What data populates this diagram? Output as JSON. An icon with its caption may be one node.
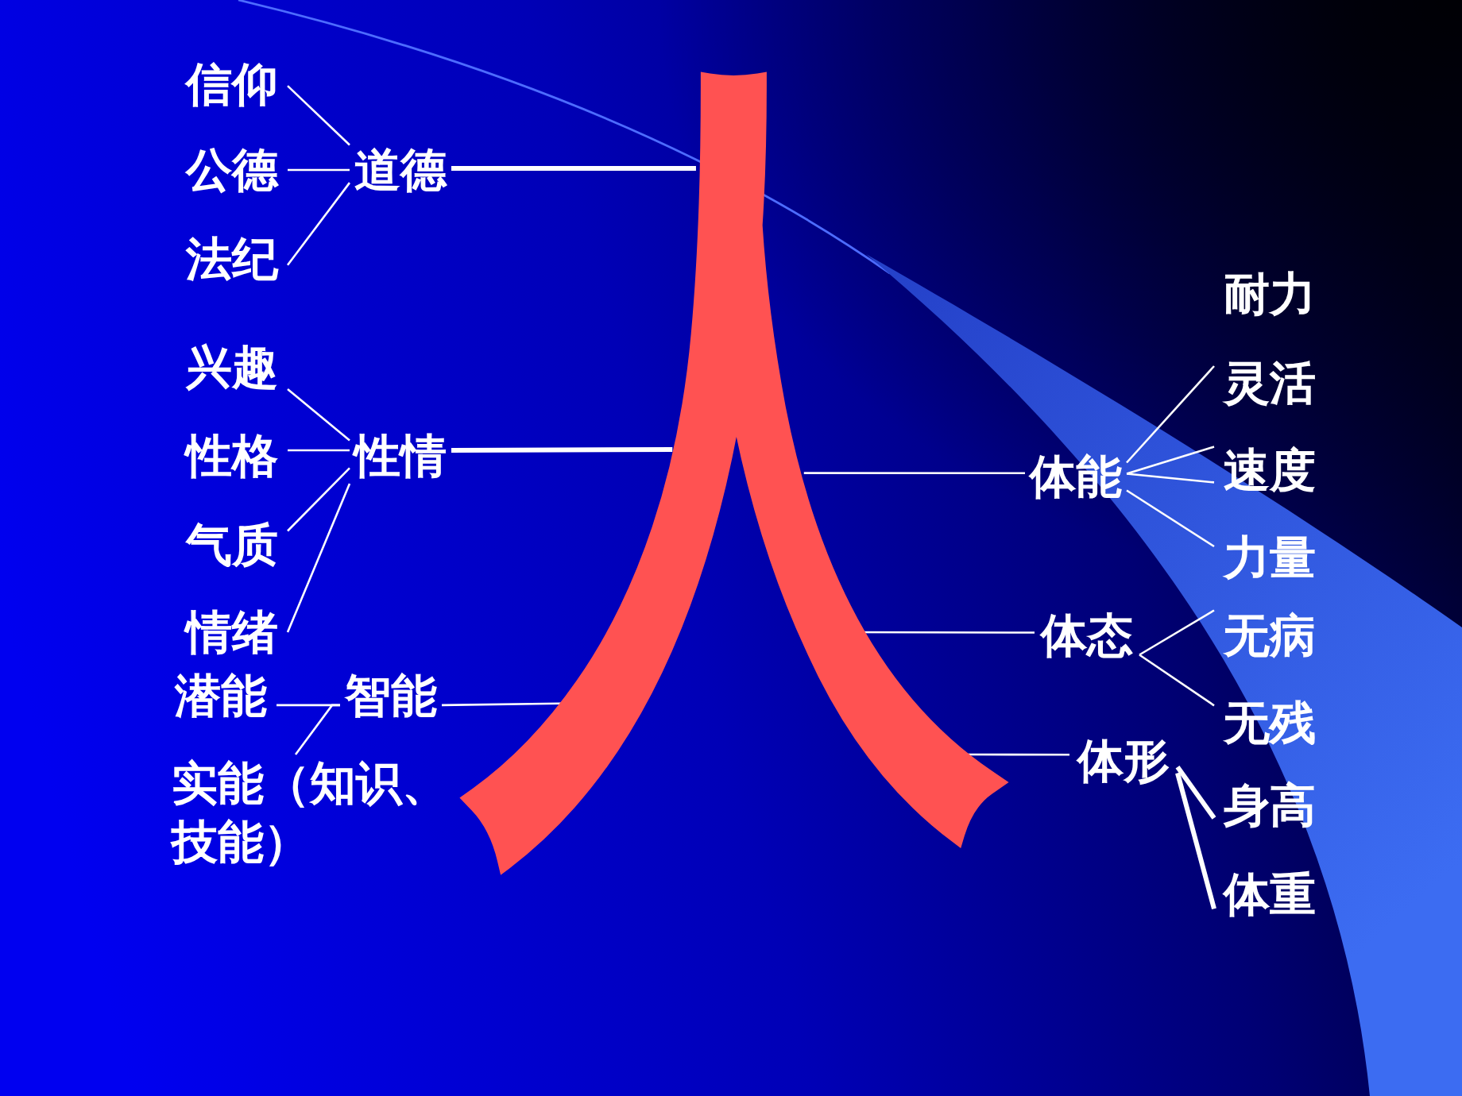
{
  "diagram": {
    "nodes": [
      {
        "text": [
          "信仰"
        ]
      },
      {
        "text": [
          "公德"
        ]
      },
      {
        "text": [
          "法纪"
        ]
      },
      {
        "text": [
          "道德"
        ]
      },
      {
        "text": [
          "兴趣"
        ]
      },
      {
        "text": [
          "性格"
        ]
      },
      {
        "text": [
          "气质"
        ]
      },
      {
        "text": [
          "情绪"
        ]
      },
      {
        "text": [
          "性情"
        ]
      },
      {
        "text": [
          "潜能"
        ]
      },
      {
        "text": [
          "智能"
        ]
      },
      {
        "text": [
          "实能（知识、技能）"
        ]
      },
      {
        "text": [
          "人"
        ]
      },
      {
        "text": [
          "体能"
        ]
      },
      {
        "text": [
          "耐力"
        ]
      },
      {
        "text": [
          "灵活"
        ]
      },
      {
        "text": [
          "速度"
        ]
      },
      {
        "text": [
          "力量"
        ]
      },
      {
        "text": [
          "体态"
        ]
      },
      {
        "text": [
          "无病"
        ]
      },
      {
        "text": [
          "无残"
        ]
      },
      {
        "text": [
          "体形"
        ]
      },
      {
        "text": [
          "身高"
        ]
      },
      {
        "text": [
          "体重"
        ]
      }
    ],
    "edges": [
      {
        "from": 0,
        "to": 3,
        "arrow": "none"
      },
      {
        "from": 1,
        "to": 3,
        "arrow": "none"
      },
      {
        "from": 2,
        "to": 3,
        "arrow": "none"
      },
      {
        "from": 3,
        "to": 12,
        "arrow": "none",
        "style": "thick"
      },
      {
        "from": 4,
        "to": 8,
        "arrow": "none"
      },
      {
        "from": 5,
        "to": 8,
        "arrow": "none"
      },
      {
        "from": 6,
        "to": 8,
        "arrow": "none"
      },
      {
        "from": 7,
        "to": 8,
        "arrow": "none"
      },
      {
        "from": 8,
        "to": 12,
        "arrow": "none",
        "style": "thick"
      },
      {
        "from": 9,
        "to": 10,
        "arrow": "none"
      },
      {
        "from": 11,
        "to": 10,
        "arrow": "none"
      },
      {
        "from": 10,
        "to": 12,
        "arrow": "none"
      },
      {
        "from": 13,
        "to": 12,
        "arrow": "none"
      },
      {
        "from": 15,
        "to": 13,
        "arrow": "none"
      },
      {
        "from": 16,
        "to": 13,
        "arrow": "none"
      },
      {
        "from": 16,
        "to": 13,
        "arrow": "none"
      },
      {
        "from": 17,
        "to": 13,
        "arrow": "none"
      },
      {
        "from": 18,
        "to": 12,
        "arrow": "none"
      },
      {
        "from": 19,
        "to": 18,
        "arrow": "none"
      },
      {
        "from": 20,
        "to": 18,
        "arrow": "none"
      },
      {
        "from": 21,
        "to": 12,
        "arrow": "none"
      },
      {
        "from": 22,
        "to": 21,
        "arrow": "none",
        "style": "thick"
      },
      {
        "from": 23,
        "to": 21,
        "arrow": "none",
        "style": "thick"
      }
    ]
  }
}
